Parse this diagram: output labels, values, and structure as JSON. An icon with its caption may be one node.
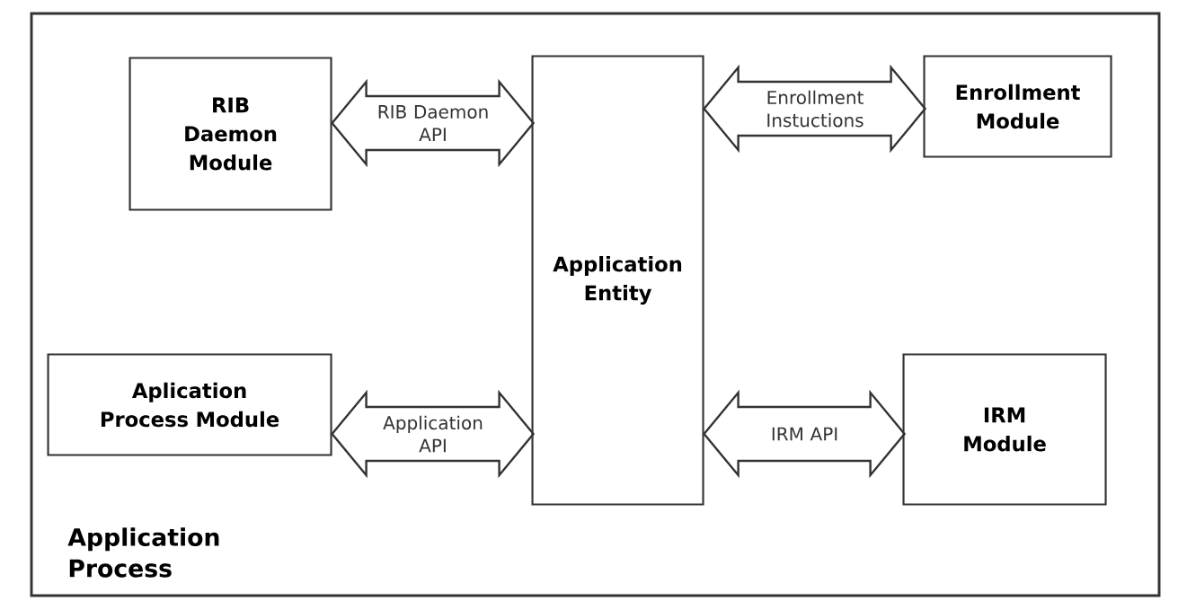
{
  "diagram": {
    "nodes": [
      {
        "text": [
          "Application Process"
        ]
      },
      {
        "text": [
          "RIB Daemon Module"
        ],
        "in": 0
      },
      {
        "text": [
          "Application Entity"
        ],
        "in": 0
      },
      {
        "text": [
          "Enrollment Module"
        ],
        "in": 0
      },
      {
        "text": [
          "Aplication Process Module"
        ],
        "in": 0
      },
      {
        "text": [
          "IRM Module"
        ],
        "in": 0
      }
    ],
    "edges": [
      {
        "from": 1,
        "to": 2,
        "arrow": "both",
        "label": "RIB Daemon API"
      },
      {
        "from": 2,
        "to": 3,
        "arrow": "both",
        "label": "Enrollment Instuctions"
      },
      {
        "from": 4,
        "to": 2,
        "arrow": "both",
        "label": "Application API"
      },
      {
        "from": 2,
        "to": 5,
        "arrow": "both",
        "label": "IRM API"
      }
    ]
  }
}
